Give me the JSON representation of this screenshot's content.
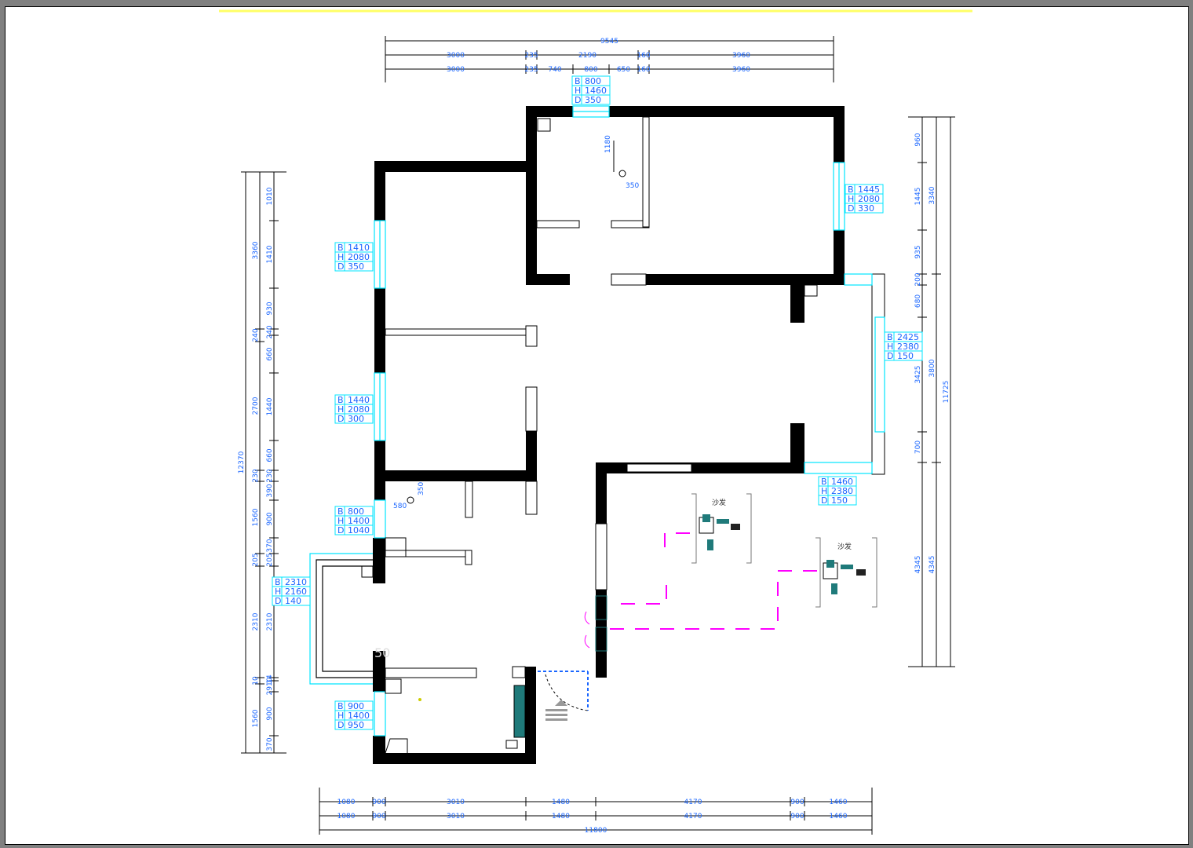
{
  "colors": {
    "wall": "#000000",
    "window": "#00e5ff",
    "dimension_text": "#1a66ff",
    "furniture_teal": "#1f7a7a",
    "dashed_magenta": "#ff00ff",
    "top_highlight": "#ffff66"
  },
  "dimensions": {
    "top_total": "9545",
    "top_row1": [
      "3000",
      "235",
      "2190",
      "160",
      "3960"
    ],
    "top_row2": [
      "3000",
      "235",
      "740",
      "800",
      "650",
      "160",
      "3960"
    ],
    "bottom_row1": [
      "1080",
      "900",
      "3010",
      "1480",
      "4170",
      "900",
      "1460"
    ],
    "bottom_row2": [
      "1080",
      "900",
      "3010",
      "1480",
      "4170",
      "900",
      "1460"
    ],
    "bottom_total": "11800",
    "left_total": "12370",
    "left_col1": [
      "3360",
      "240",
      "2700",
      "230",
      "1560",
      "205",
      "2310",
      "10",
      "1560"
    ],
    "left_col2": [
      "1010",
      "1410",
      "930",
      "240",
      "660",
      "1440",
      "660",
      "230",
      "390",
      "900",
      "370",
      "205",
      "2310",
      "14",
      "2910",
      "900",
      "370"
    ],
    "right_total": "11725",
    "right_col1": [
      "3340",
      "3800",
      "4345"
    ],
    "right_col2": [
      "960",
      "1445",
      "935",
      "200",
      "680",
      "3425",
      "700",
      "4345"
    ],
    "inner_labels": [
      "1180",
      "350",
      "580",
      "350"
    ]
  },
  "window_tags": [
    {
      "b": "800",
      "h": "1460",
      "d": "350"
    },
    {
      "b": "1445",
      "h": "2080",
      "d": "330"
    },
    {
      "b": "1410",
      "h": "2080",
      "d": "350"
    },
    {
      "b": "2425",
      "h": "2380",
      "d": "150"
    },
    {
      "b": "1440",
      "h": "2080",
      "d": "300"
    },
    {
      "b": "1460",
      "h": "2380",
      "d": "150"
    },
    {
      "b": "800",
      "h": "1400",
      "d": "1040"
    },
    {
      "b": "2310",
      "h": "2160",
      "d": "140"
    },
    {
      "b": "900",
      "h": "1400",
      "d": "950"
    }
  ],
  "tag_letters": {
    "b": "B",
    "h": "H",
    "d": "D"
  },
  "furniture_labels": [
    "沙发",
    "沙发"
  ],
  "stray_text": "50"
}
